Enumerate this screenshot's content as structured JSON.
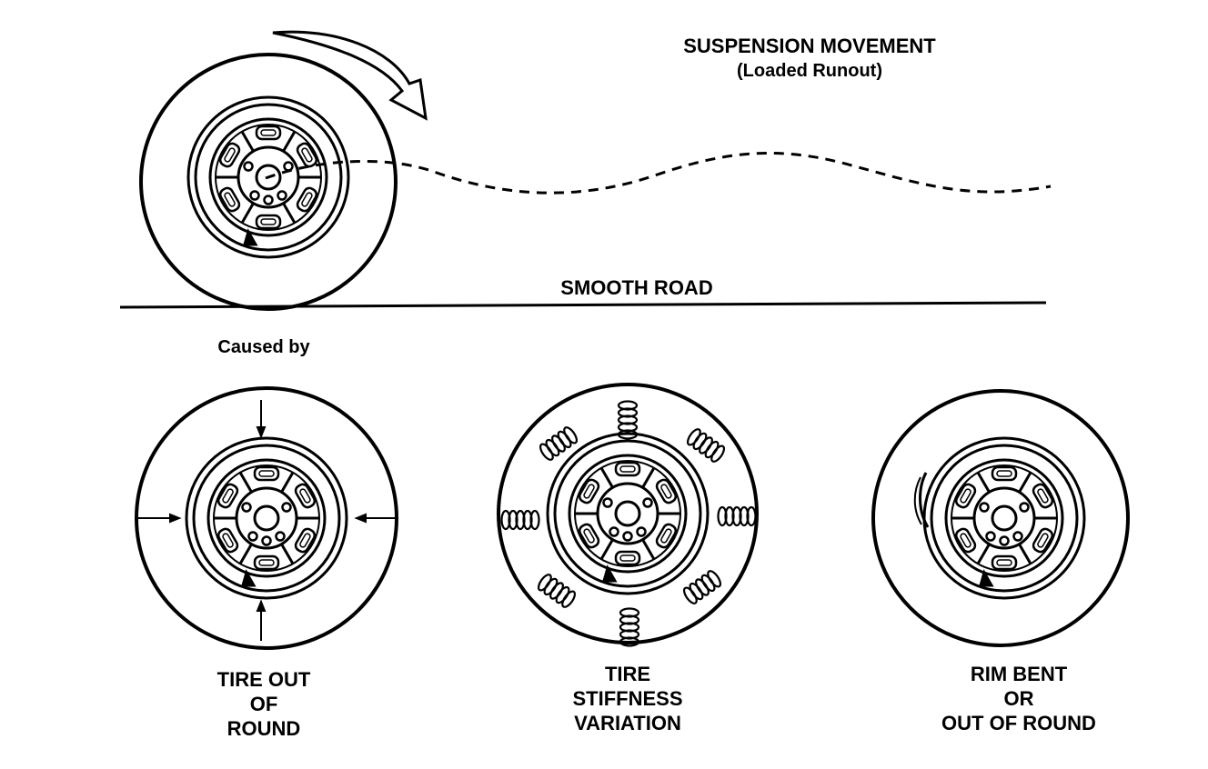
{
  "header": {
    "title": "SUSPENSION MOVEMENT",
    "subtitle": "(Loaded Runout)"
  },
  "road": {
    "label": "SMOOTH ROAD"
  },
  "causes": {
    "intro": "Caused by",
    "items": [
      {
        "lines": [
          "TIRE OUT",
          "OF",
          "ROUND"
        ]
      },
      {
        "lines": [
          "TIRE",
          "STIFFNESS",
          "VARIATION"
        ]
      },
      {
        "lines": [
          "RIM BENT",
          "OR",
          "OUT OF ROUND"
        ]
      }
    ]
  },
  "colors": {
    "ink": "#000000",
    "paper": "#ffffff"
  }
}
